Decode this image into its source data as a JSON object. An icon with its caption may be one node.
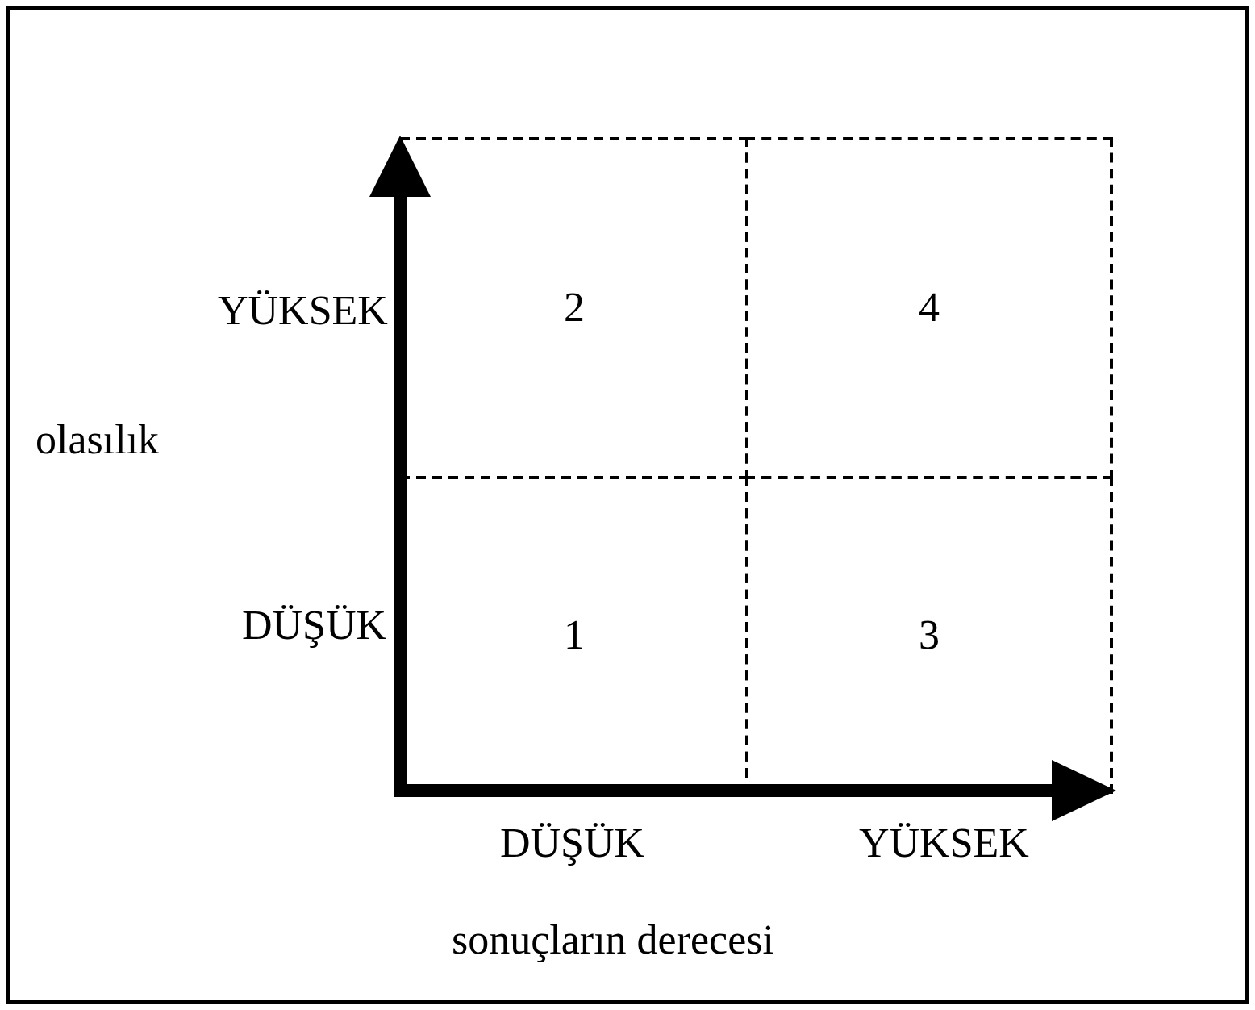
{
  "diagram": {
    "nodes": [
      {
        "text": [
          "2"
        ]
      },
      {
        "text": [
          "4"
        ]
      },
      {
        "text": [
          "1"
        ]
      },
      {
        "text": [
          "3"
        ]
      }
    ],
    "labels": [
      "YÜKSEK",
      "olasılık",
      "DÜŞÜK",
      "DÜŞÜK",
      "YÜKSEK",
      "sonuçların derecesi"
    ]
  }
}
